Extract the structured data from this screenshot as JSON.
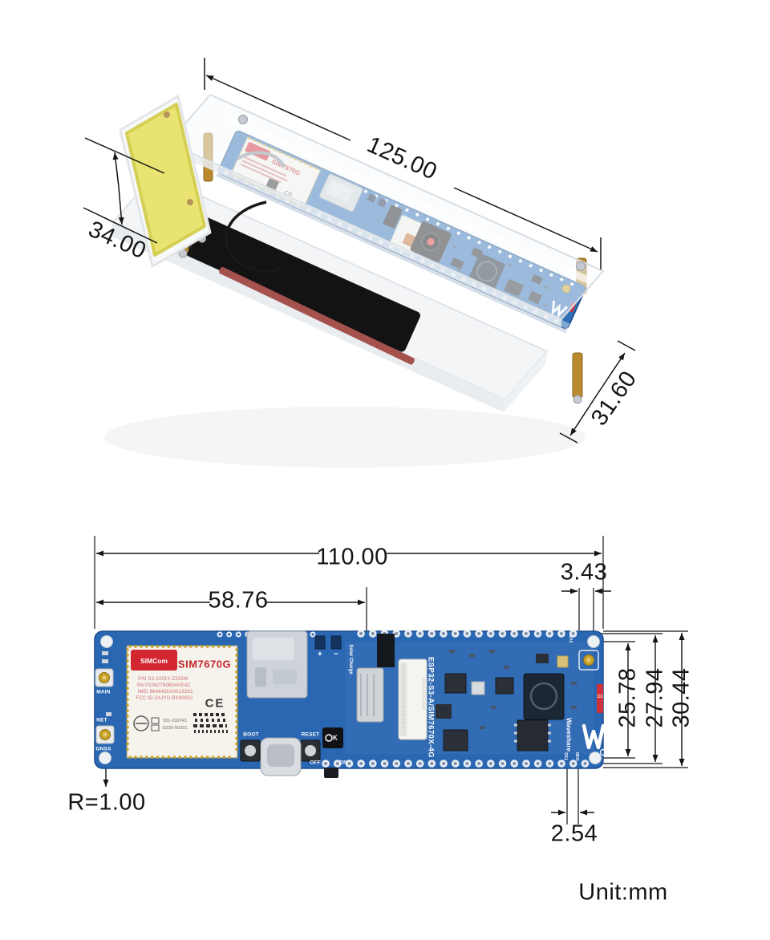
{
  "page": {
    "unit_note": "Unit:mm"
  },
  "photo_view": {
    "description": "assembled ESP32-S3 SIM7670G board with camera in acrylic case",
    "dim_length": "125.00",
    "dim_width": "34.00",
    "dim_height": "31.60"
  },
  "drawing_view": {
    "dim_total_width": "110.00",
    "dim_left_to_pin": "58.76",
    "dim_pin_to_hole": "3.43",
    "dim_hole_span": "25.78",
    "dim_pinrow_span": "27.94",
    "dim_board_height": "30.44",
    "dim_pin_pitch": "2.54",
    "corner_radius": "R=1.00"
  },
  "board": {
    "labels": {
      "main": "MAIN",
      "net": "NET",
      "gnss": "GNSS",
      "boot": "BOOT",
      "reset": "RESET",
      "off": "OFF",
      "on": "ON",
      "solar": "Solar Charge",
      "power_plus": "+",
      "power_minus": "−",
      "model_vertical": "ESP32-S3-A/SIM7670X-4G",
      "brand_vertical": "Waveshare",
      "pin_3v3": "3V3",
      "pin_txd": "TXD",
      "pin_gnd": "GND",
      "led": "C3",
      "inductor": "K"
    },
    "sim_module": {
      "brand": "SIMCom",
      "model": "SIM7670G",
      "pn": "P/N S2-1001Y-Z322M",
      "sn": "SN P1062750B04AE4C",
      "imei": "IMEI 8646430A0013283",
      "fcc": "FCC ID 2AJYU-BX90002",
      "ce_mark": "CE",
      "cert_r": "201-230743",
      "cert_t": "D230-S0201"
    }
  },
  "colors": {
    "pcb": "#2a67b2",
    "pcb_edge": "#1c4f8e",
    "dim_line": "#141414",
    "sim_red": "#d22630",
    "brass": "#b98a2e",
    "antenna_yellow": "#e9e472"
  }
}
